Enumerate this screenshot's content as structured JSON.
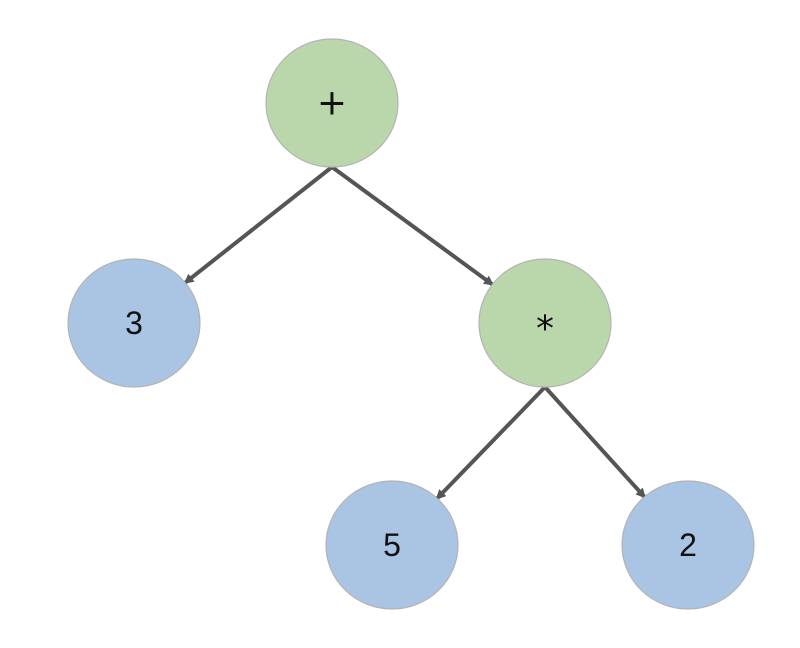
{
  "colors": {
    "operator": "#b9d7ab",
    "operand": "#aac4e4",
    "edge": "#555555",
    "border": "#b3b3b3"
  },
  "tree": {
    "nodes": [
      {
        "id": "plus",
        "label": "+",
        "kind": "operator"
      },
      {
        "id": "three",
        "label": "3",
        "kind": "operand"
      },
      {
        "id": "times",
        "label": "*",
        "kind": "operator"
      },
      {
        "id": "five",
        "label": "5",
        "kind": "operand"
      },
      {
        "id": "two",
        "label": "2",
        "kind": "operand"
      }
    ],
    "edges": [
      {
        "from": "plus",
        "to": "three"
      },
      {
        "from": "plus",
        "to": "times"
      },
      {
        "from": "times",
        "to": "five"
      },
      {
        "from": "times",
        "to": "two"
      }
    ]
  }
}
